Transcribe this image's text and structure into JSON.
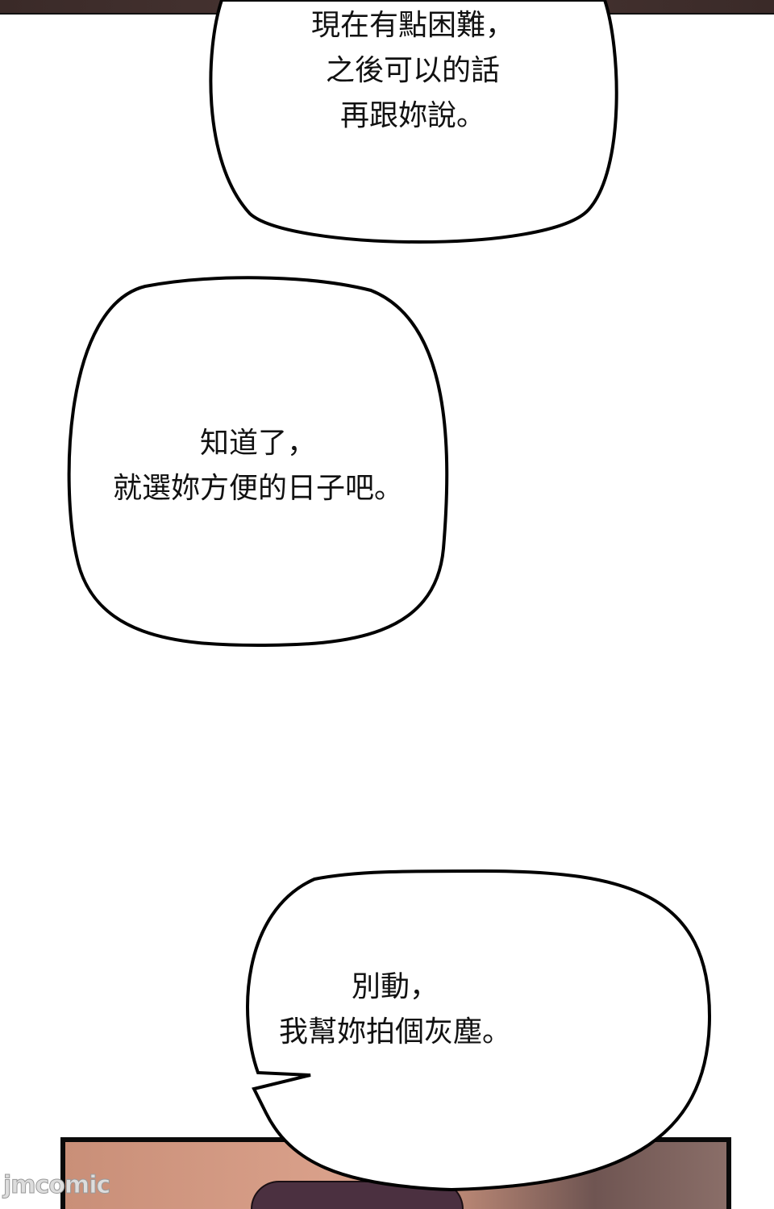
{
  "bubbles": [
    {
      "line1": "現在有點困難，",
      "line2": "之後可以的話",
      "line3": "再跟妳說。"
    },
    {
      "line1": "知道了，",
      "line2": "就選妳方便的日子吧。"
    },
    {
      "line1": "別動，",
      "line2": "我幫妳拍個灰塵。"
    }
  ],
  "watermark": "jmcomic"
}
